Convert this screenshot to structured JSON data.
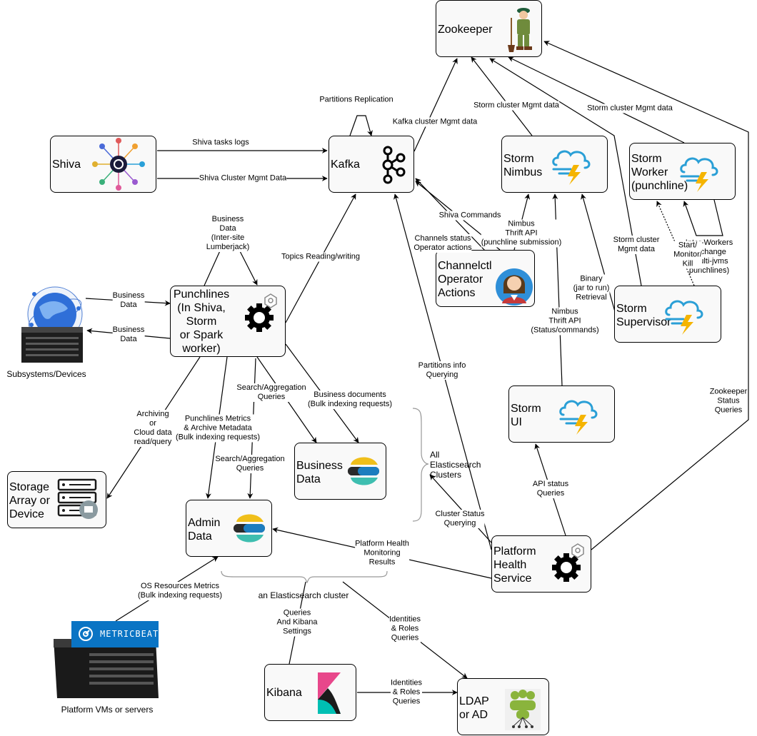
{
  "nodes": {
    "zookeeper": "Zookeeper",
    "shiva": "Shiva",
    "kafka": "Kafka",
    "storm_nimbus": "Storm\nNimbus",
    "storm_worker": "Storm\nWorker\n(punchline)",
    "punchlines": "Punchlines\n(In Shiva,\nStorm\nor Spark\nworker)",
    "channelctl": "Channelctl\nOperator\nActions",
    "storm_supervisor": "Storm\nSupervisor",
    "storage": "Storage\nArray or\nDevice",
    "business_data": "Business\nData",
    "storm_ui": "Storm\nUI",
    "admin_data": "Admin\nData",
    "platform_health": "Platform\nHealth\nService",
    "kibana": "Kibana",
    "ldap": "LDAP\nor AD"
  },
  "free_text": {
    "subsystems": "Subsystems/Devices",
    "platform_vms": "Platform VMs or servers",
    "metricbeat": "METRICBEAT",
    "es_cluster": "an Elasticsearch cluster",
    "all_es_clusters": "All\nElasticsearch\nClusters"
  },
  "edge_labels": {
    "partitions_replication": "Partitions Replication",
    "kafka_cluster_mgmt": "Kafka cluster Mgmt data",
    "storm_cluster_mgmt_1": "Storm cluster Mgmt data",
    "storm_cluster_mgmt_2": "Storm cluster Mgmt data",
    "shiva_tasks_logs": "Shiva tasks logs",
    "shiva_cluster_mgmt": "Shiva Cluster Mgmt Data",
    "shiva_commands": "Shiva Commands",
    "channels_status": "Channels status\nOperator actions",
    "nimbus_thrift_sub": "Nimbus\nThrift API\n(punchline submission)",
    "storm_cluster_mgmt_3": "Storm cluster\nMgmt data",
    "start_monitor": "Start/\nMonitor/\nKill",
    "inter_workers": "Inter-Workers\nexchange\n(Multi-jvms punchlines)",
    "business_data_lumberjack": "Business\nData\n(Inter-site\nLumberjack)",
    "topics_rw": "Topics Reading/writing",
    "business_data_in": "Business\nData",
    "business_data_out": "Business\nData",
    "binary_retrieval": "Binary\n(jar to run)\nRetrieval",
    "nimbus_thrift_status": "Nimbus\nThrift API\n(Status/commands)",
    "partitions_info": "Partitions info\nQuerying",
    "search_agg_1": "Search/Aggregation\nQueries",
    "business_documents": "Business documents\n(Bulk indexing requests)",
    "archiving": "Archiving\nor\nCloud data\nread/query",
    "punchlines_metrics": "Punchlines Metrics\n& Archive Metadata\n(Bulk indexing requests)",
    "search_agg_2": "Search/Aggregation\nQueries",
    "zookeeper_status": "Zookeeper\nStatus\nQueries",
    "api_status": "API status\nQueries",
    "cluster_status": "Cluster Status\nQuerying",
    "health_results": "Platform Health\nMonitoring\nResults",
    "os_metrics": "OS Resources Metrics\n(Bulk indexing requests)",
    "queries_kibana": "Queries\nAnd Kibana\nSettings",
    "identities_1": "Identities\n& Roles\nQueries",
    "identities_2": "Identities\n& Roles\nQueries"
  },
  "colors": {
    "stroke": "#000000",
    "node_fill": "#f9f9f9",
    "storm_blue": "#2a9fd6",
    "storm_yellow": "#f5b400",
    "elastic_yellow": "#f0bf1a",
    "elastic_teal": "#3ebeb0",
    "elastic_pink": "#ee5097",
    "kibana_pink": "#e8478b",
    "kibana_teal": "#00bfb3",
    "metricbeat_blue": "#0a74c4",
    "ldap_green": "#8ab43c"
  },
  "icons": {
    "zookeeper": "zookeeper-keeper-icon",
    "shiva": "shiva-hub-icon",
    "kafka": "kafka-icon",
    "storm": "storm-cloud-icon",
    "punch": "punch-gear-icon",
    "operator": "operator-woman-icon",
    "storage": "storage-rack-icon",
    "elastic": "elasticsearch-icon",
    "kibana": "kibana-icon",
    "ldap": "ldap-users-icon",
    "globe": "globe-network-icon",
    "server": "server-box-icon"
  }
}
